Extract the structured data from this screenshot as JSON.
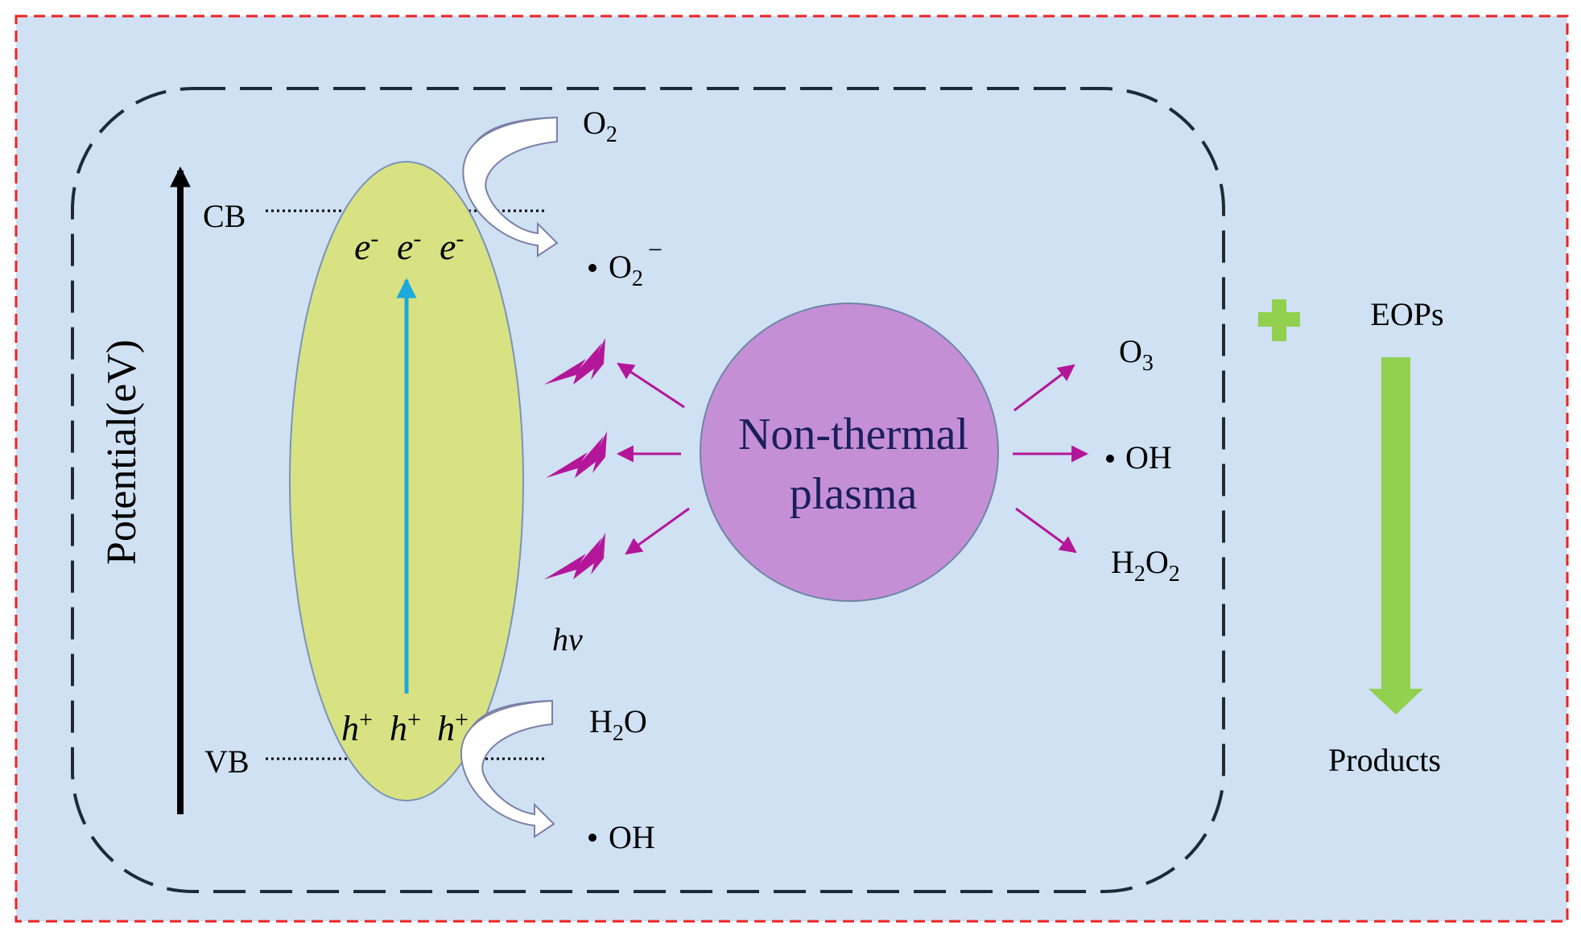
{
  "diagram": {
    "axis_label": "Potential(eV)",
    "band_labels": {
      "cb": "CB",
      "vb": "VB"
    },
    "electrons": [
      "e",
      "e",
      "e"
    ],
    "electron_sup": "-",
    "holes": [
      "h",
      "h",
      "h"
    ],
    "hole_sup": "+",
    "light_label": "hv",
    "plasma_line1": "Non-thermal",
    "plasma_line2": "plasma",
    "top_reaction": {
      "reactant": "O",
      "reactant_sub": "2",
      "product": "O",
      "product_sub": "2",
      "product_sup": "−"
    },
    "bottom_reaction": {
      "reactant_main": "H",
      "reactant_sub": "2",
      "reactant_tail": "O",
      "product": "OH"
    },
    "plasma_species": {
      "o3": {
        "main": "O",
        "sub": "3"
      },
      "oh": "OH",
      "h2o2": {
        "a": "H",
        "sub1": "2",
        "b": "O",
        "sub2": "2"
      }
    },
    "right_panel": {
      "top": "EOPs",
      "bottom": "Products"
    },
    "colors": {
      "background": "#cfe1f2",
      "outer_border": "#ee2222",
      "inner_border": "#1c2a3a",
      "catalyst": "#d8e283",
      "plasma": "#c58fd6",
      "plasma_arrows": "#b4169a",
      "excitation_arrow": "#1da9dc",
      "green": "#92d050"
    }
  }
}
